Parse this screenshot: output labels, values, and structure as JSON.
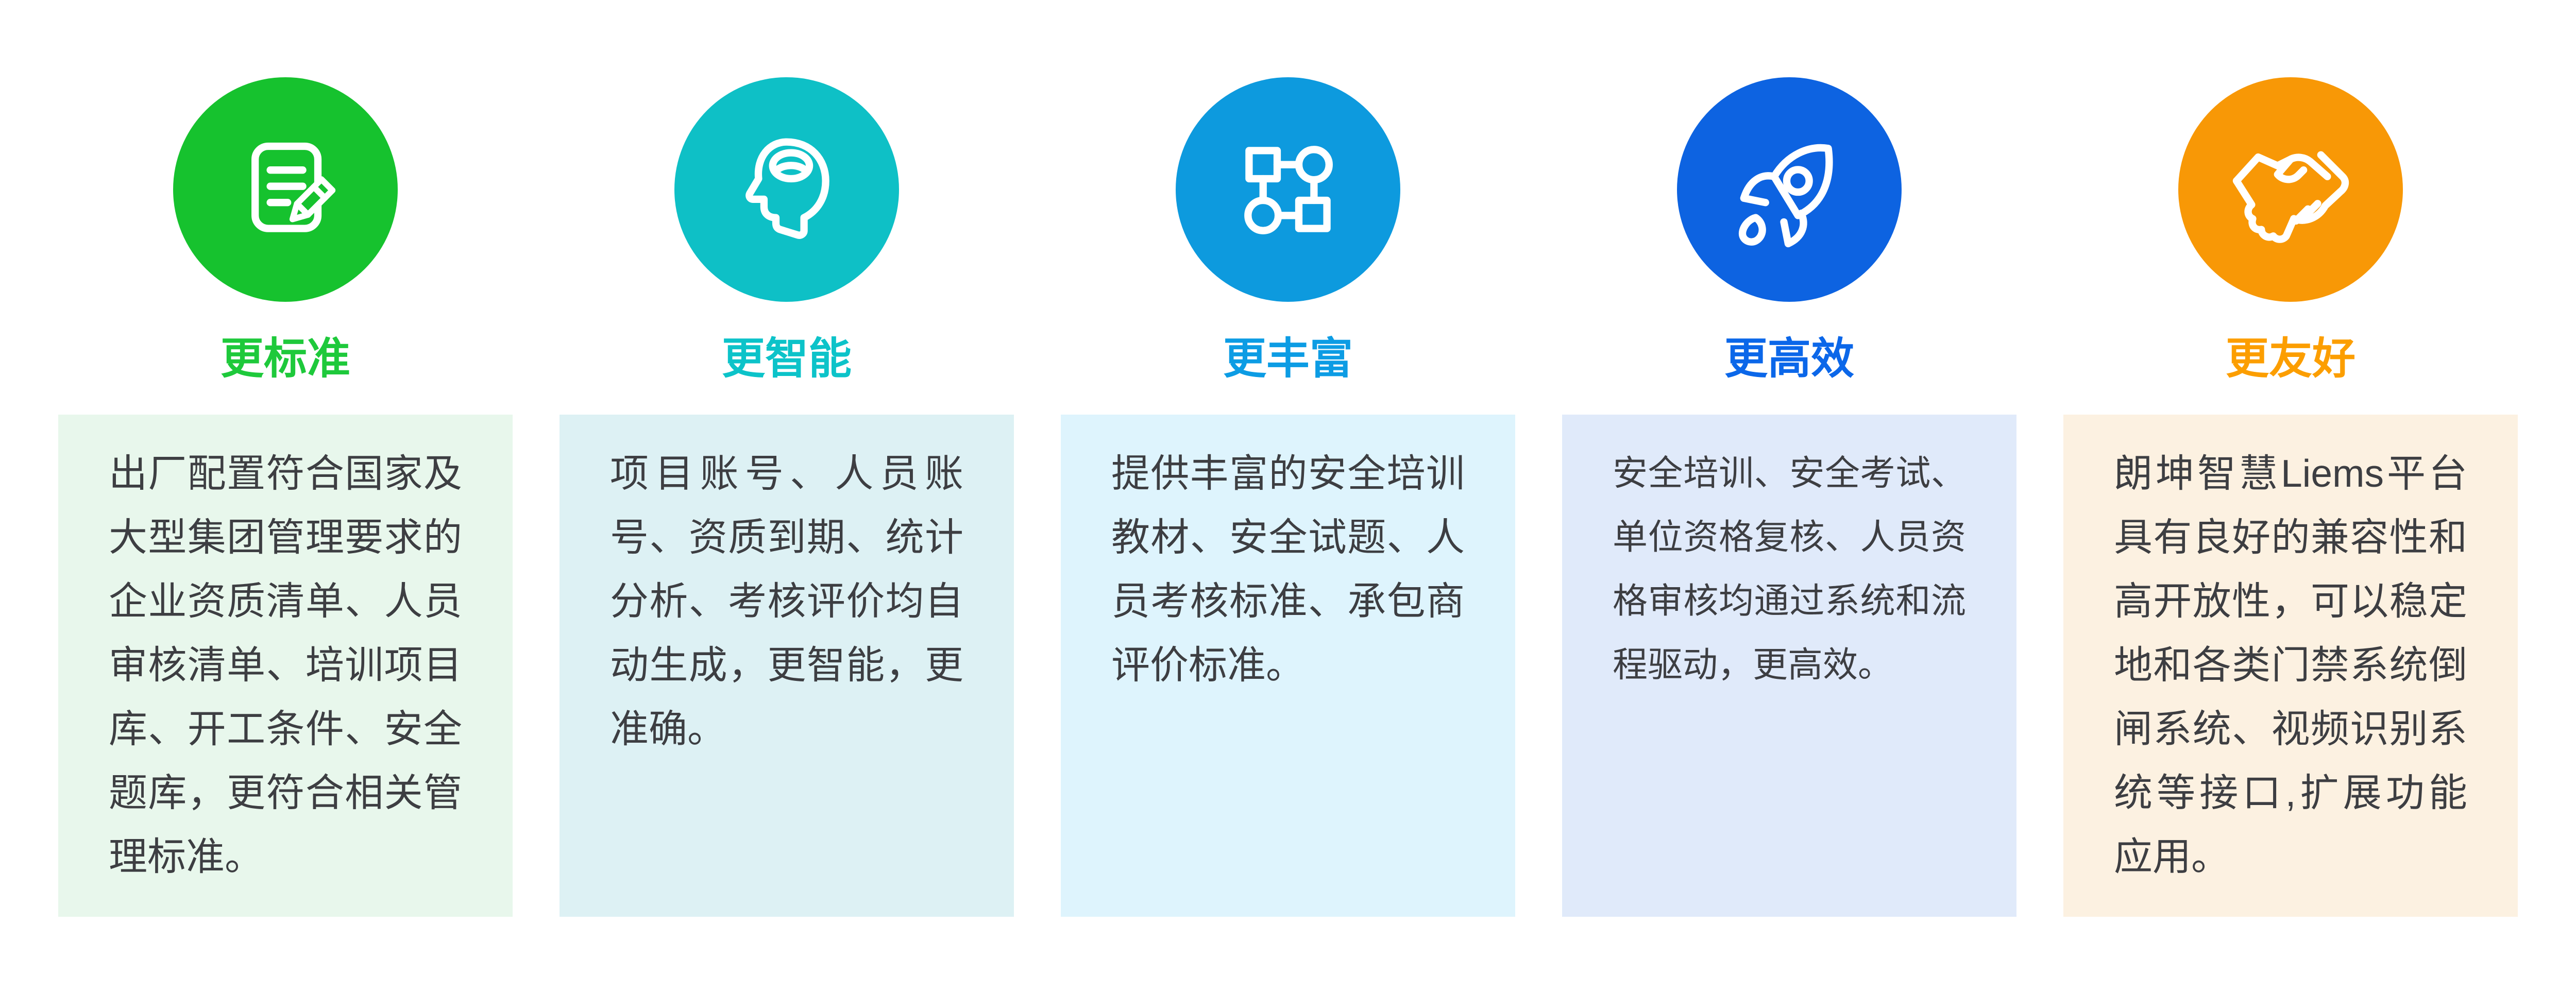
{
  "section": {
    "background": "#ffffff",
    "body_text_color": "#3D3E42",
    "features": [
      {
        "icon": "document-edit-icon",
        "circle_color": "#16C22E",
        "title": "更标准",
        "title_color": "#1EC93B",
        "card_bg": "#E8F7EC",
        "text": "出厂配置符合国家及大型集团管理要求的企业资质清单、人员审核清单、培训项目库、开工条件、安全题库，更符合相关管理标准。"
      },
      {
        "icon": "head-brain-icon",
        "circle_color": "#0EC0C6",
        "title": "更智能",
        "title_color": "#0CC3C9",
        "card_bg": "#DDF1F4",
        "text": "项目账号、人员账号、资质到期、统计分析、考核评价均自动生成，更智能，更准确。"
      },
      {
        "icon": "connected-nodes-icon",
        "circle_color": "#0D9ADE",
        "title": "更丰富",
        "title_color": "#0C9CE4",
        "card_bg": "#DEF4FD",
        "text": "提供丰富的安全培训教材、安全试题、人员考核标准、承包商评价标准。"
      },
      {
        "icon": "rocket-icon",
        "circle_color": "#0D63E1",
        "title": "更高效",
        "title_color": "#0B67E9",
        "card_bg": "#E0EAFA",
        "text": "安全培训、安全考试、单位资格复核、人员资格审核均通过系统和流程驱动，更高效。"
      },
      {
        "icon": "handshake-icon",
        "circle_color": "#F89806",
        "title": "更友好",
        "title_color": "#FC9E00",
        "card_bg": "#FCF1E1",
        "text": "朗坤智慧Liems平台具有良好的兼容性和高开放性，可以稳定地和各类门禁系统倒闸系统、视频识别系统等接口,扩展功能应用。"
      }
    ]
  }
}
